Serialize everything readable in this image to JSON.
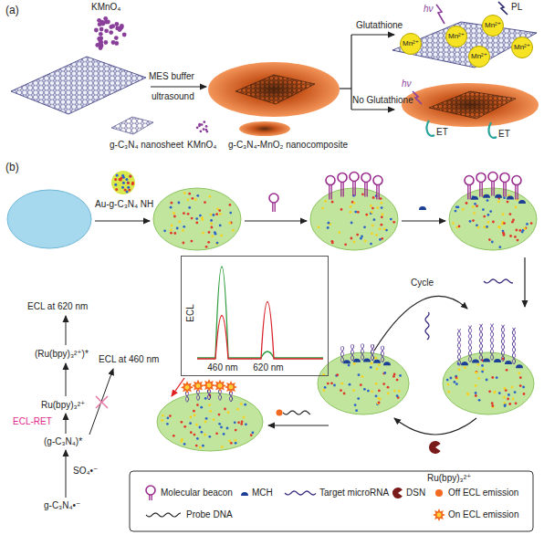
{
  "diagram": {
    "nodes": [
      {
        "text": [
          "Mn²⁺"
        ]
      },
      {
        "text": [
          "Mn²⁺"
        ]
      },
      {
        "text": [
          "Mn²⁺"
        ]
      },
      {
        "text": [
          "Mn²⁺"
        ]
      },
      {
        "text": [
          "Mn²⁺"
        ]
      },
      {
        "text": [
          "ECL",
          "460 nm",
          "620 nm"
        ]
      }
    ],
    "labels": [
      "(a)",
      "KMnO₄",
      "MES buffer",
      "ultrasound",
      "Glutathione",
      "hν",
      "PL",
      "No Glutathione",
      "hν",
      "ET",
      "ET",
      "g-C₃N₄ nanosheet",
      "KMnO₄",
      "g-C₃N₄-MnO₂ nanocomposite",
      "(b)",
      "Au-g-C₃N₄ NH",
      "Cycle",
      "ECL at 620 nm",
      "(Ru(bpy)₃²⁺)*",
      "ECL at 460 nm",
      "Ru(bpy)₃²⁺",
      "ECL-RET",
      "(g-C₃N₄)*",
      "SO₄•⁻",
      "g-C₃N₄•⁻",
      "Ru(bpy)₃²⁺"
    ],
    "legend": [
      {
        "text": "Molecular beacon"
      },
      {
        "text": "MCH"
      },
      {
        "text": "Target microRNA"
      },
      {
        "text": "DSN"
      },
      {
        "text": "Probe DNA"
      },
      {
        "text": "Off ECL emission",
        "color": "#f26a21"
      },
      {
        "text": "On ECL emission"
      }
    ]
  }
}
